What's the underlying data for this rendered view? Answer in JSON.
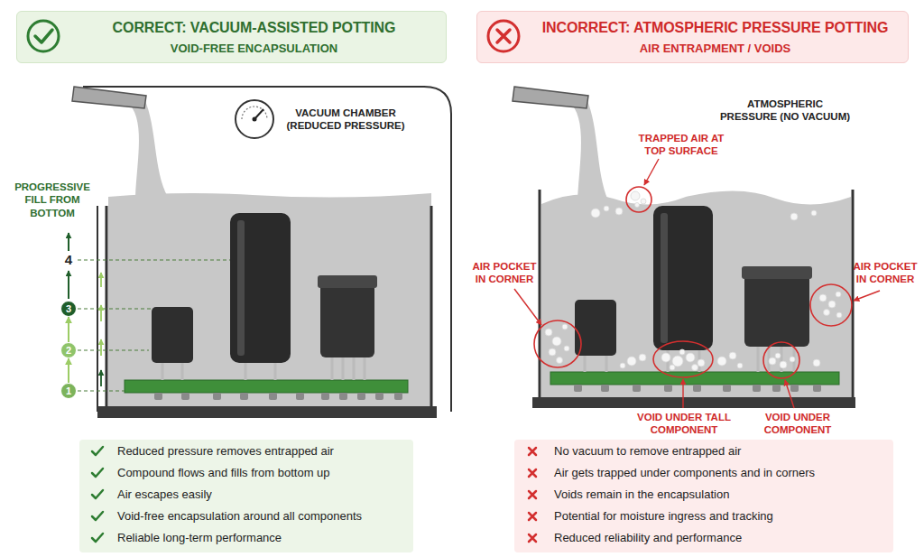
{
  "diagram": {
    "nodes": [
      {
        "text": [
          "CORRECT: VACUUM-ASSISTED POTTING",
          "VOID-FREE ENCAPSULATION"
        ]
      },
      {
        "text": [
          "INCORRECT: ATMOSPHERIC PRESSURE POTTING",
          "AIR ENTRAPMENT / VOIDS"
        ]
      },
      {
        "text": [
          "1"
        ]
      },
      {
        "text": [
          "2"
        ]
      },
      {
        "text": [
          "3"
        ]
      },
      {
        "text": [
          "Reduced pressure removes entrapped air",
          "Compound flows and fills from bottom up",
          "Air escapes easily",
          "Void-free encapsulation around all components",
          "Reliable long-term performance"
        ]
      },
      {
        "text": [
          "No vacuum to remove entrapped air",
          "Air gets trapped under components and in corners",
          "Voids remain in the encapsulation",
          "Potential for moisture ingress and tracking",
          "Reduced reliability and performance"
        ]
      }
    ],
    "edges": [
      {
        "from": 2,
        "to": 3,
        "arrow": "to"
      },
      {
        "from": 3,
        "to": 4,
        "arrow": "to"
      }
    ],
    "labels": [
      "VACUUM CHAMBER (REDUCED PRESSURE)",
      "PROGRESSIVE FILL FROM BOTTOM",
      "4",
      "ATMOSPHERIC PRESSURE (NO VACUUM)",
      "TRAPPED AIR AT TOP SURFACE",
      "AIR POCKET IN CORNER",
      "AIR POCKET IN CORNER",
      "VOID UNDER TALL COMPONENT",
      "VOID UNDER COMPONENT"
    ]
  }
}
